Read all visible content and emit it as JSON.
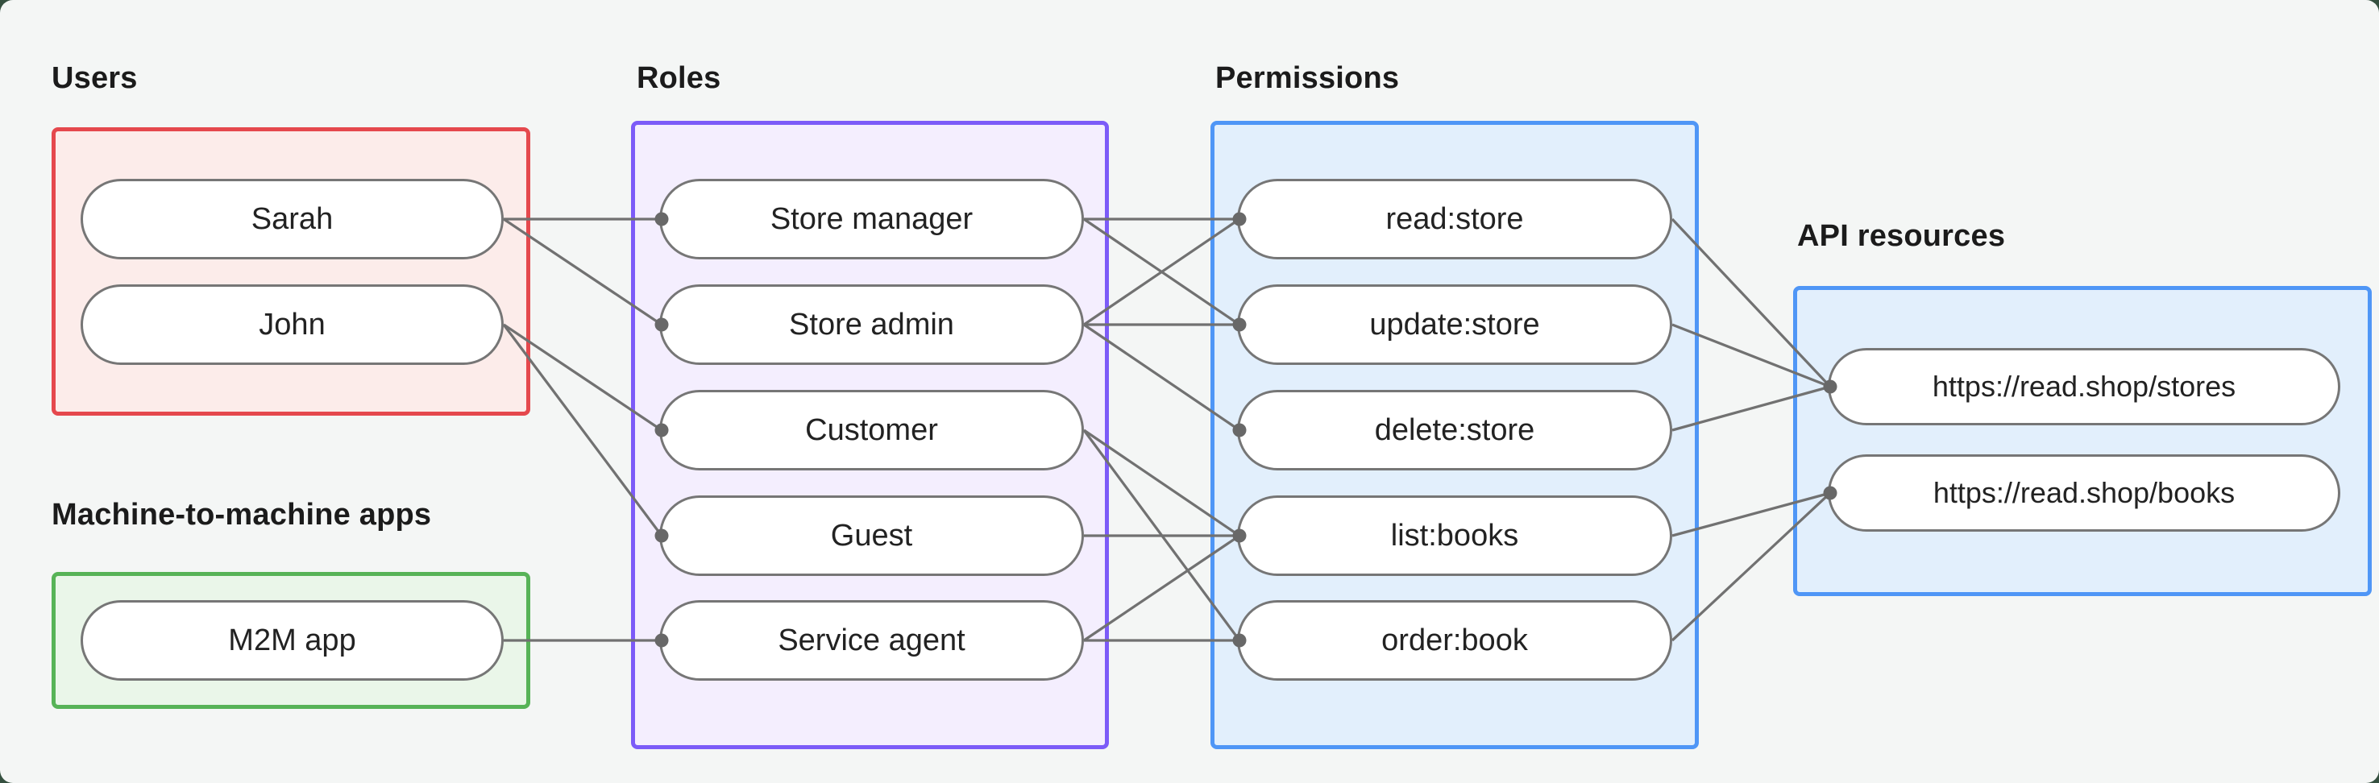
{
  "canvas": {
    "background": "#f4f6f5",
    "outer_background": "#35503f"
  },
  "style": {
    "line_color": "#717171",
    "dot_color": "#686868",
    "pill_border": "#767676",
    "pill_background": "#ffffff",
    "text_color": "#1b1b1b"
  },
  "groups": [
    {
      "id": "users",
      "label": "Users",
      "border": "#e5484d",
      "fill": "#fcecea"
    },
    {
      "id": "m2m",
      "label": "Machine-to-machine apps",
      "border": "#57b357",
      "fill": "#eaf6e9"
    },
    {
      "id": "roles",
      "label": "Roles",
      "border": "#7c5bf8",
      "fill": "#f4eefe"
    },
    {
      "id": "permissions",
      "label": "Permissions",
      "border": "#4f96f6",
      "fill": "#e2effc"
    },
    {
      "id": "api",
      "label": "API resources",
      "border": "#4f96f6",
      "fill": "#e2effc"
    }
  ],
  "nodes": [
    {
      "id": "sarah",
      "group": "users",
      "label": "Sarah"
    },
    {
      "id": "john",
      "group": "users",
      "label": "John"
    },
    {
      "id": "m2m_app",
      "group": "m2m",
      "label": "M2M app"
    },
    {
      "id": "store_manager",
      "group": "roles",
      "label": "Store manager"
    },
    {
      "id": "store_admin",
      "group": "roles",
      "label": "Store admin"
    },
    {
      "id": "customer",
      "group": "roles",
      "label": "Customer"
    },
    {
      "id": "guest",
      "group": "roles",
      "label": "Guest"
    },
    {
      "id": "service_agent",
      "group": "roles",
      "label": "Service agent"
    },
    {
      "id": "read_store",
      "group": "permissions",
      "label": "read:store"
    },
    {
      "id": "update_store",
      "group": "permissions",
      "label": "update:store"
    },
    {
      "id": "delete_store",
      "group": "permissions",
      "label": "delete:store"
    },
    {
      "id": "list_books",
      "group": "permissions",
      "label": "list:books"
    },
    {
      "id": "order_book",
      "group": "permissions",
      "label": "order:book"
    },
    {
      "id": "stores",
      "group": "api",
      "label": "https://read.shop/stores"
    },
    {
      "id": "books",
      "group": "api",
      "label": "https://read.shop/books"
    }
  ],
  "edges": [
    [
      "sarah",
      "store_manager"
    ],
    [
      "sarah",
      "store_admin"
    ],
    [
      "john",
      "customer"
    ],
    [
      "john",
      "guest"
    ],
    [
      "m2m_app",
      "service_agent"
    ],
    [
      "store_manager",
      "read_store"
    ],
    [
      "store_manager",
      "update_store"
    ],
    [
      "store_admin",
      "read_store"
    ],
    [
      "store_admin",
      "update_store"
    ],
    [
      "store_admin",
      "delete_store"
    ],
    [
      "customer",
      "list_books"
    ],
    [
      "customer",
      "order_book"
    ],
    [
      "guest",
      "list_books"
    ],
    [
      "service_agent",
      "list_books"
    ],
    [
      "service_agent",
      "order_book"
    ],
    [
      "read_store",
      "stores"
    ],
    [
      "update_store",
      "stores"
    ],
    [
      "delete_store",
      "stores"
    ],
    [
      "list_books",
      "books"
    ],
    [
      "order_book",
      "books"
    ]
  ]
}
